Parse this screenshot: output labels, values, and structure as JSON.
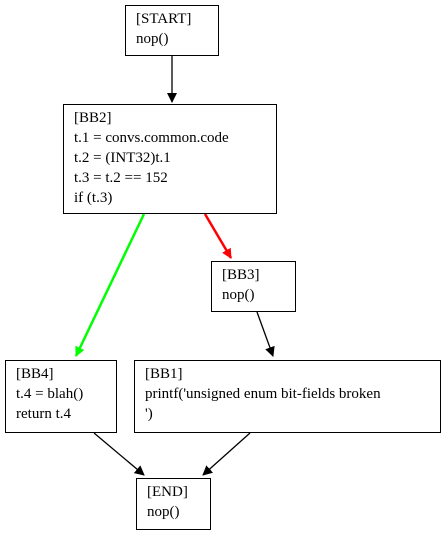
{
  "nodes": {
    "start": {
      "lines": [
        "[START]",
        "nop()"
      ]
    },
    "bb2": {
      "lines": [
        "[BB2]",
        "t.1 = convs.common.code",
        "t.2 = (INT32)t.1",
        "t.3 = t.2 == 152",
        "if (t.3)"
      ]
    },
    "bb3": {
      "lines": [
        "[BB3]",
        "nop()"
      ]
    },
    "bb4": {
      "lines": [
        "[BB4]",
        "t.4 = blah()",
        "return t.4"
      ]
    },
    "bb1": {
      "lines": [
        "[BB1]",
        "printf('unsigned enum bit-fields broken",
        "')"
      ]
    },
    "end": {
      "lines": [
        "[END]",
        "nop()"
      ]
    }
  },
  "edges": [
    {
      "from": "start",
      "to": "bb2",
      "color": "#000000"
    },
    {
      "from": "bb2",
      "to": "bb4",
      "color": "#00ff00"
    },
    {
      "from": "bb2",
      "to": "bb3",
      "color": "#ff0000"
    },
    {
      "from": "bb3",
      "to": "bb1",
      "color": "#000000"
    },
    {
      "from": "bb4",
      "to": "end",
      "color": "#000000"
    },
    {
      "from": "bb1",
      "to": "end",
      "color": "#000000"
    }
  ]
}
